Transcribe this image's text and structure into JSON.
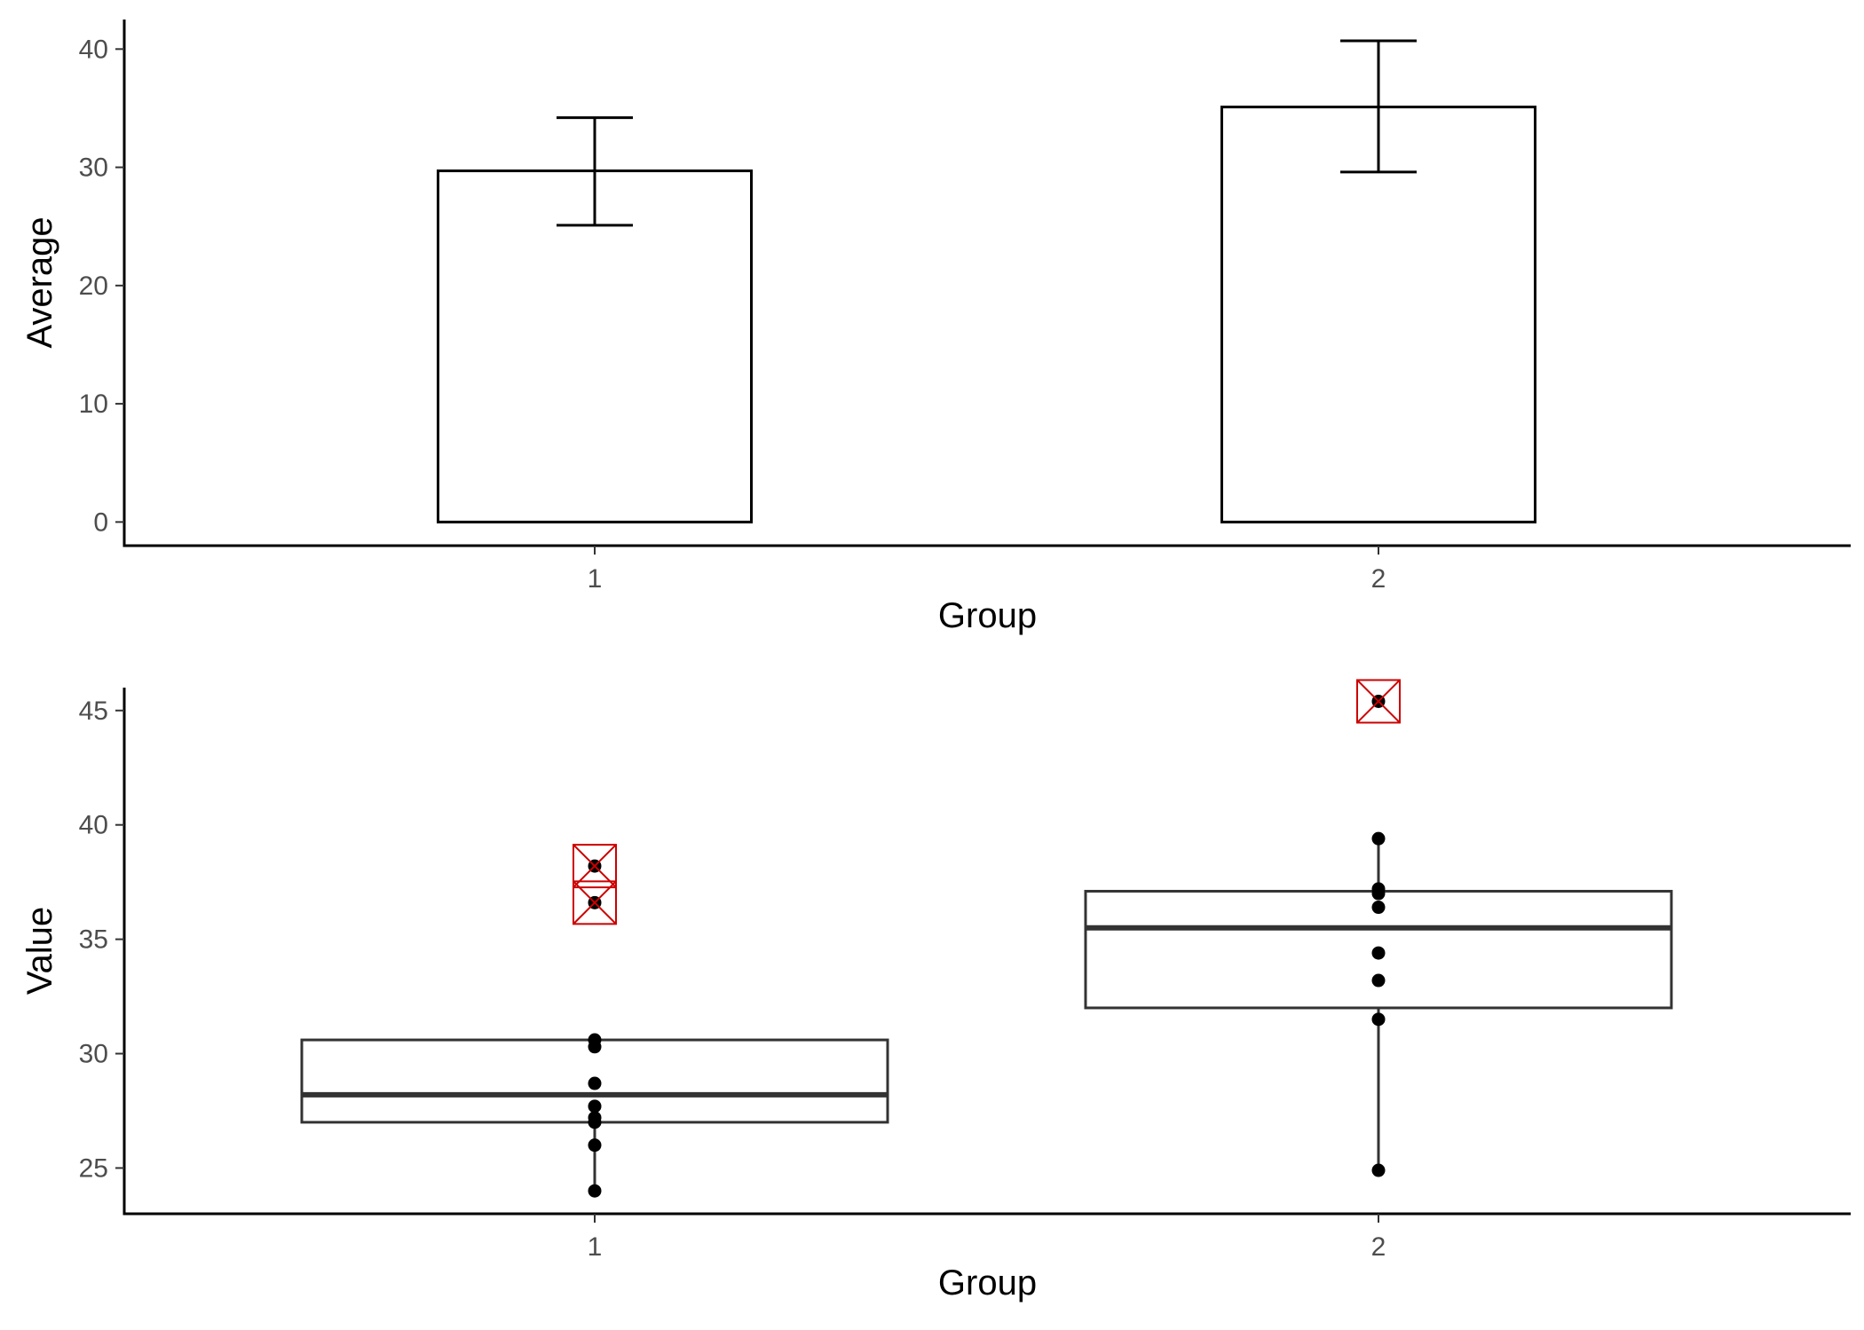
{
  "chart_data": [
    {
      "type": "bar",
      "categories": [
        "1",
        "2"
      ],
      "values": [
        29.7,
        35.1
      ],
      "error_bars": [
        {
          "low": 25.1,
          "high": 34.2
        },
        {
          "low": 29.6,
          "high": 40.7
        }
      ],
      "xlabel": "Group",
      "ylabel": "Average",
      "ylim": [
        -2.0,
        42.5
      ],
      "yticks": [
        0,
        10,
        20,
        30,
        40
      ],
      "grid": false,
      "bar_fill": "#ffffff",
      "bar_stroke": "#000000"
    },
    {
      "type": "box",
      "categories": [
        "1",
        "2"
      ],
      "boxes": [
        {
          "q1": 27.0,
          "median": 28.2,
          "q3": 30.6,
          "whisker_low": 24.0,
          "whisker_high": 30.6
        },
        {
          "q1": 32.0,
          "median": 35.5,
          "q3": 37.1,
          "whisker_low": 24.9,
          "whisker_high": 39.4
        }
      ],
      "points": [
        [
          24.0,
          26.0,
          27.0,
          27.2,
          27.7,
          28.7,
          30.3,
          30.6,
          36.6,
          38.2
        ],
        [
          24.9,
          31.5,
          33.2,
          34.4,
          36.4,
          37.0,
          37.2,
          39.4,
          45.4
        ]
      ],
      "outliers": [
        [
          36.6,
          38.2
        ],
        [
          45.4
        ]
      ],
      "xlabel": "Group",
      "ylabel": "Value",
      "ylim": [
        23.0,
        46.0
      ],
      "yticks": [
        25,
        30,
        35,
        40,
        45
      ],
      "grid": false,
      "outlier_marker_color": "#cc0000",
      "point_color": "#000000",
      "box_stroke": "#333333"
    }
  ]
}
